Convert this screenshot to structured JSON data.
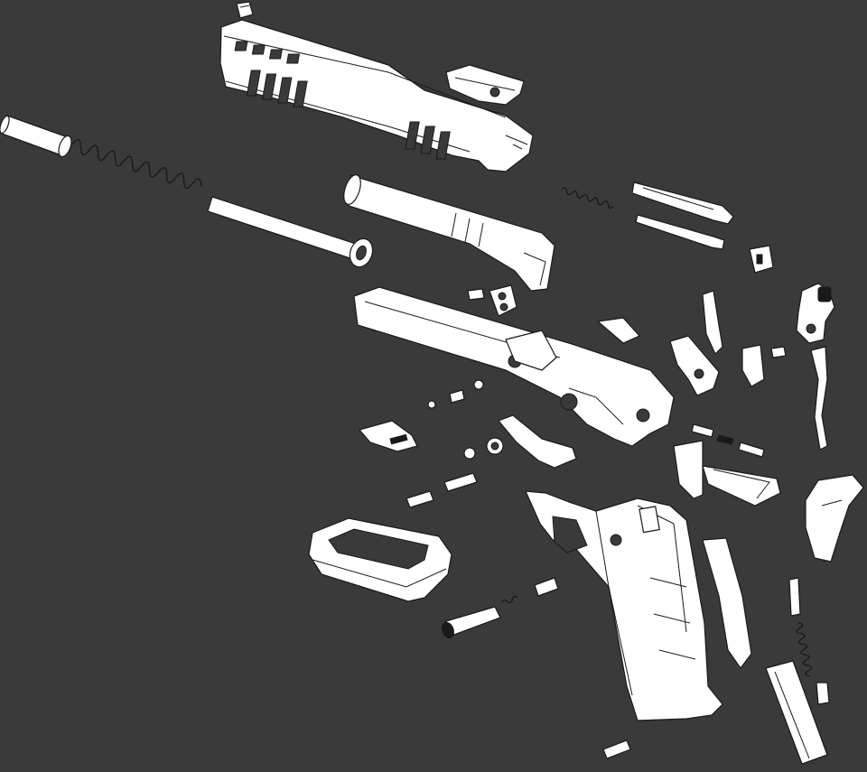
{
  "diagram": {
    "kind": "exploded-view",
    "colors": {
      "background": "#3a3a3a",
      "part_fill": "#ffffff",
      "outline": "#1a1a1a"
    },
    "parts": [
      "rear-sight",
      "slide",
      "front-sight",
      "guide-rod",
      "recoil-spring",
      "barrel",
      "firing-pin-spring",
      "extractor",
      "firing-pin",
      "sear-spring-clip",
      "slide-stop",
      "dust-cover-rail",
      "small-pins",
      "hammer",
      "disconnector",
      "sear",
      "grip-safety-lever",
      "trigger",
      "magwell-funnel",
      "frame",
      "grip-safety",
      "mainspring-housing",
      "magazine",
      "mainspring",
      "magazine-release",
      "ejector"
    ]
  }
}
